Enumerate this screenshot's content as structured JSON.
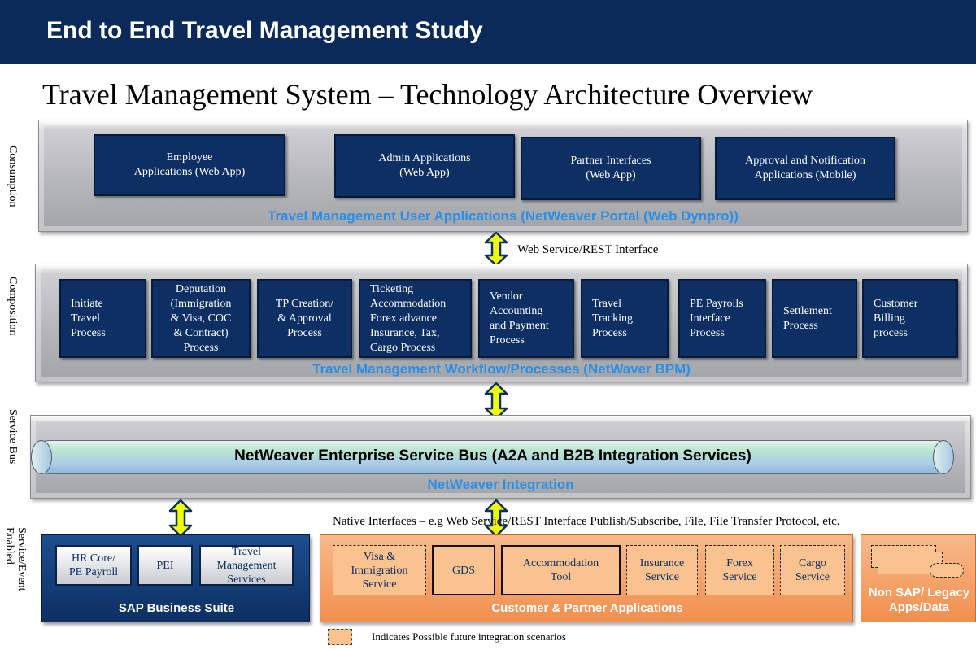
{
  "header": {
    "title": "End to End Travel Management Study"
  },
  "subtitle": "Travel Management System – Technology Architecture Overview",
  "side_labels": {
    "consumption": "Consumption",
    "composition": "Composition",
    "service_bus": "Service Bus",
    "service_event": "Service/Event\nEnabled"
  },
  "consumption": {
    "boxes": [
      "Employee\nApplications (Web  App)",
      "Admin Applications\n(Web App)",
      "Partner  Interfaces\n(Web App)",
      "Approval and Notification\nApplications (Mobile)"
    ],
    "label": "Travel Management User Applications (NetWeaver Portal (Web Dynpro))"
  },
  "interface_1": "Web Service/REST Interface",
  "composition": {
    "boxes": [
      "Initiate\nTravel\nProcess",
      "Deputation\n(Immigration\n& Visa, COC\n& Contract)\nProcess",
      "TP Creation/\n& Approval\nProcess",
      "Ticketing\nAccommodation\nForex advance\nInsurance, Tax,\nCargo Process",
      "Vendor\nAccounting\nand Payment\nProcess",
      "Travel\nTracking\nProcess",
      "PE Payrolls\nInterface\nProcess",
      "Settlement\nProcess",
      "Customer\nBilling\nprocess"
    ],
    "label": "Travel Management Workflow/Processes (NetWaver BPM)"
  },
  "service_bus": {
    "pipe_text": "NetWeaver Enterprise Service Bus (A2A and B2B Integration Services)",
    "label": "NetWeaver Integration"
  },
  "native_interfaces": "Native Interfaces – e.g Web Service/REST Interface  Publish/Subscribe, File, File Transfer Protocol, etc.",
  "sap_suite": {
    "boxes": [
      "HR Core/\nPE Payroll",
      "PEI",
      "Travel\nManagement\nServices"
    ],
    "label": "SAP Business Suite"
  },
  "partner_apps": {
    "boxes": [
      "Visa &\nImmigration\nService",
      "GDS",
      "Accommodation\nTool",
      "Insurance\nService",
      "Forex\nService",
      "Cargo\nService"
    ],
    "label": "Customer & Partner Applications"
  },
  "legacy": {
    "label": "Non SAP/ Legacy\nApps/Data"
  },
  "legend": "Indicates Possible future integration scenarios",
  "colors": {
    "navy": "#0d2f63",
    "header": "#0b2a59",
    "layer_label_blue": "#2a8fe6",
    "arrow_fill": "#f0ff00",
    "orange": "#f28f4e",
    "future_box": "#fac28f"
  }
}
